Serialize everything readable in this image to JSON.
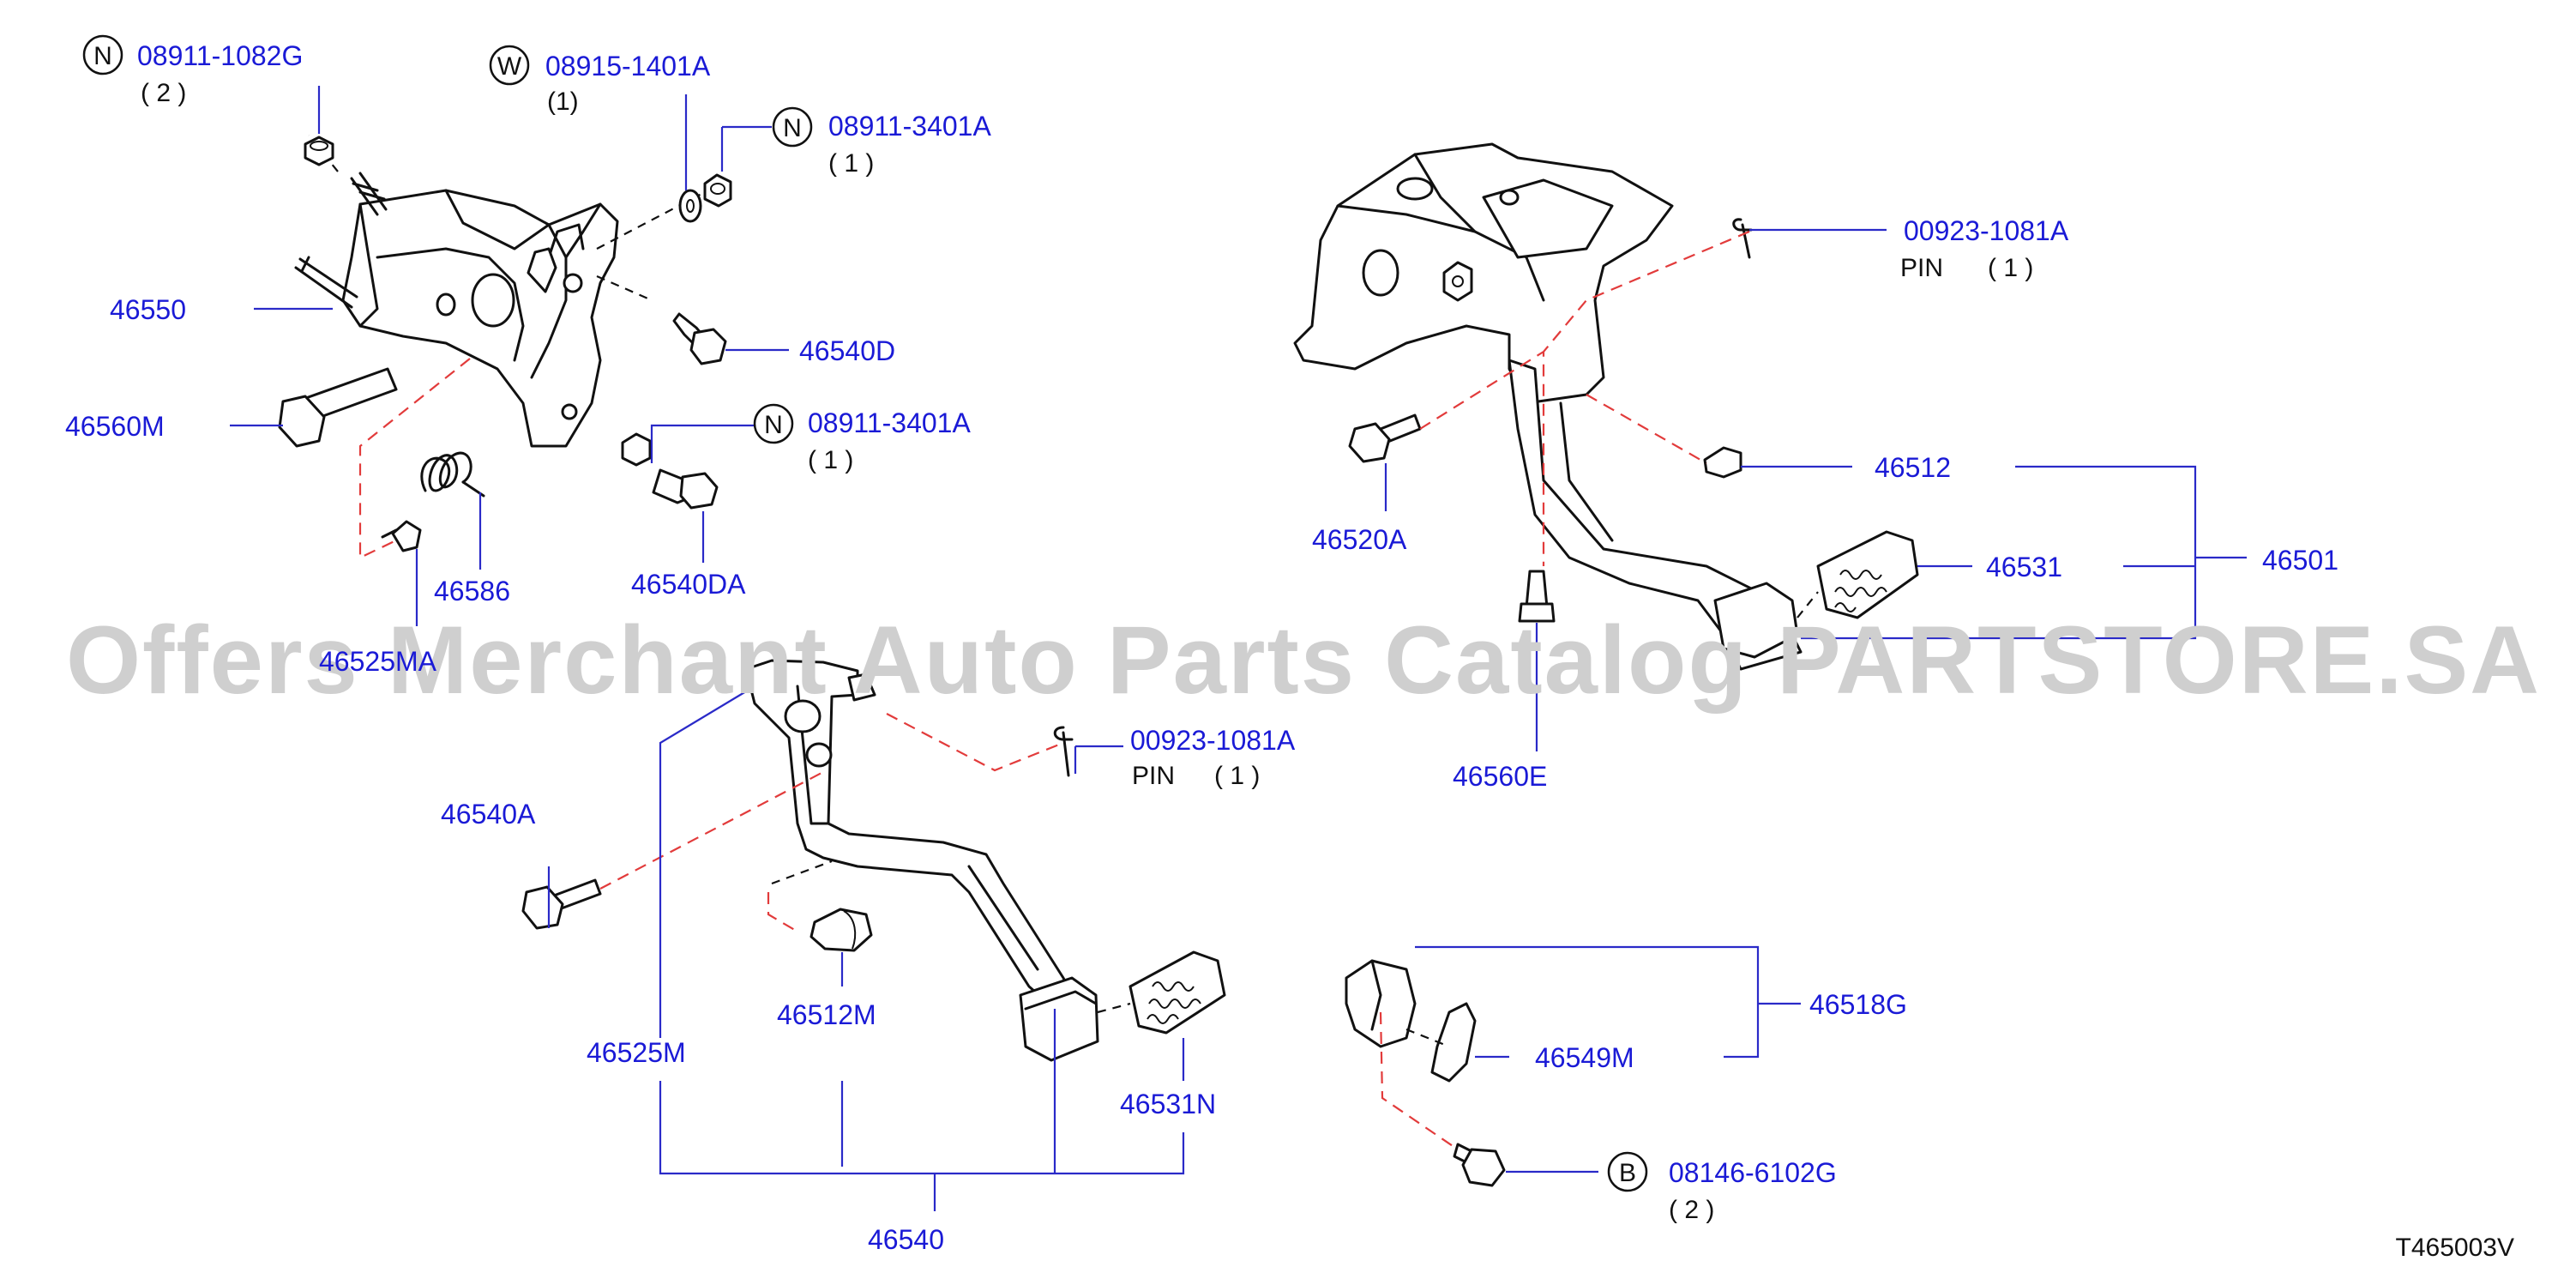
{
  "watermark": "Offers Merchant Auto Parts Catalog PARTSTORE.SA",
  "diagram_code": "T465003V",
  "callouts": {
    "n1082": {
      "letter": "N",
      "part": "08911-1082G",
      "qty": "( 2 )"
    },
    "w1401": {
      "letter": "W",
      "part": "08915-1401A",
      "qty": "(1)"
    },
    "n3401_top": {
      "letter": "N",
      "part": "08911-3401A",
      "qty": "( 1 )"
    },
    "n3401_mid": {
      "letter": "N",
      "part": "08911-3401A",
      "qty": "( 1 )"
    },
    "b6102": {
      "letter": "B",
      "part": "08146-6102G",
      "qty": "( 2 )"
    }
  },
  "pins": {
    "right": {
      "part": "00923-1081A",
      "label": "PIN",
      "qty": "( 1 )"
    },
    "center": {
      "part": "00923-1081A",
      "label": "PIN",
      "qty": "( 1 )"
    }
  },
  "labels": {
    "p46550": "46550",
    "p46540D": "46540D",
    "p46560M": "46560M",
    "p46586": "46586",
    "p46540DA": "46540DA",
    "p46525MA": "46525MA",
    "p46540A": "46540A",
    "p46512M": "46512M",
    "p46525M": "46525M",
    "p46531N": "46531N",
    "p46540": "46540",
    "p46512": "46512",
    "p46520A": "46520A",
    "p46531": "46531",
    "p46501": "46501",
    "p46560E": "46560E",
    "p46518G": "46518G",
    "p46549M": "46549M"
  }
}
